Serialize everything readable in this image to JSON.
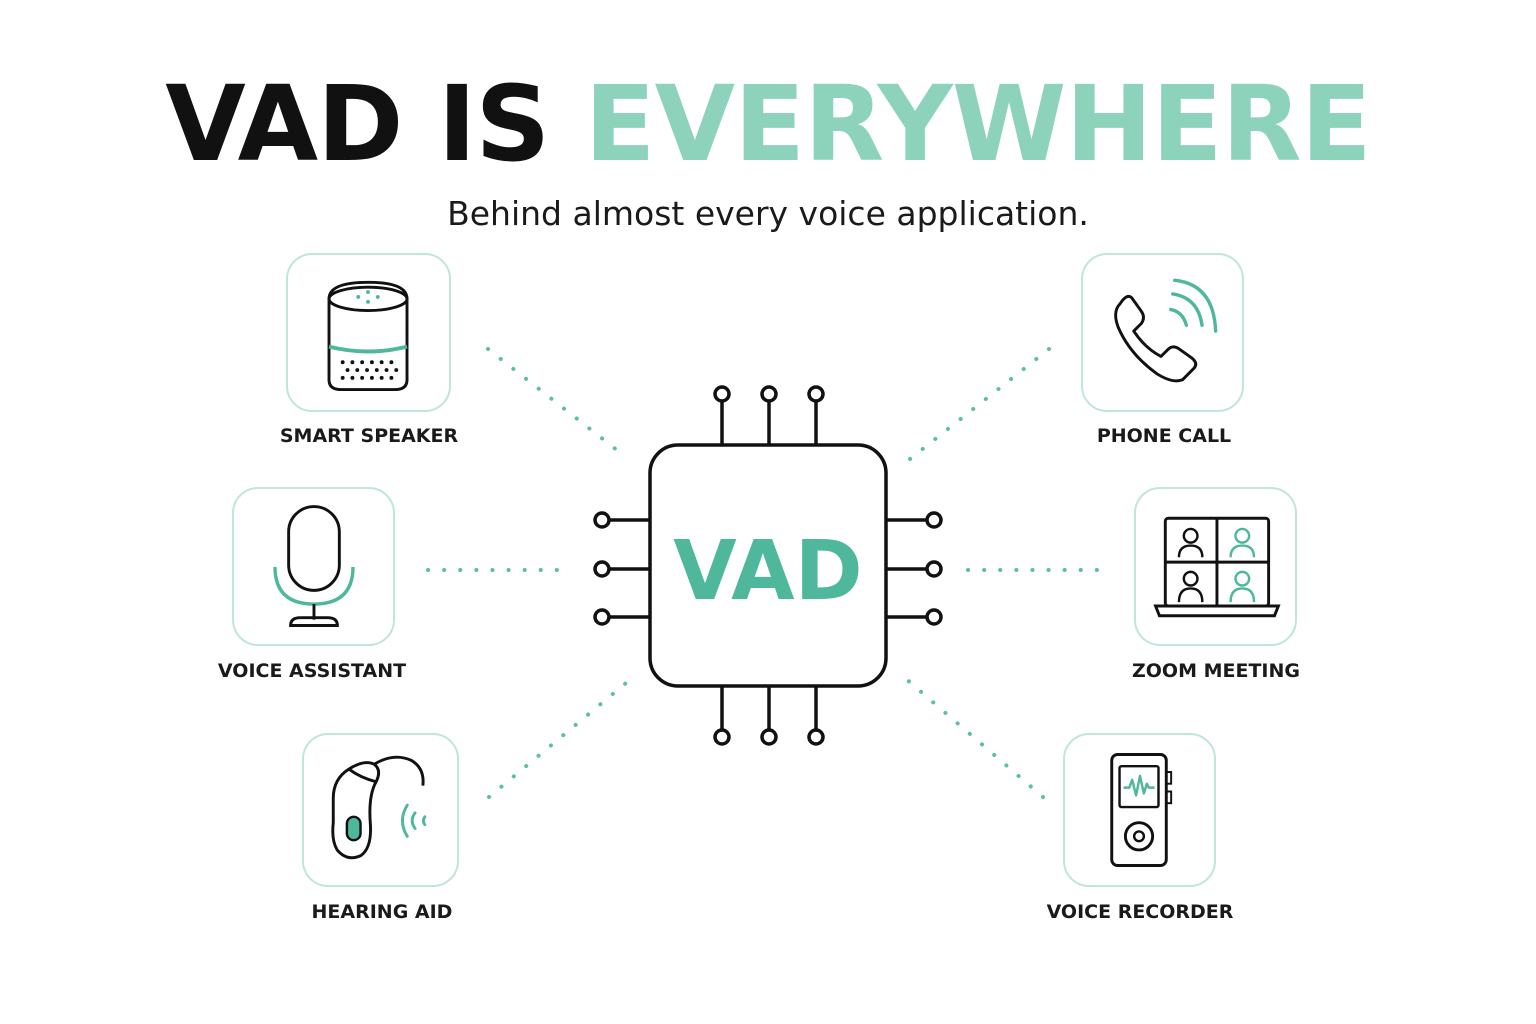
{
  "title": {
    "part1": "VAD IS",
    "part2": "EVERYWHERE"
  },
  "subtitle": "Behind almost every voice application.",
  "hub": {
    "label": "VAD"
  },
  "devices": {
    "smart_speaker": {
      "label": "SMART SPEAKER",
      "icon": "smart-speaker-icon"
    },
    "voice_assistant": {
      "label": "VOICE ASSISTANT",
      "icon": "microphone-icon"
    },
    "hearing_aid": {
      "label": "HEARING AID",
      "icon": "hearing-aid-icon"
    },
    "phone_call": {
      "label": "PHONE CALL",
      "icon": "phone-icon"
    },
    "zoom_meeting": {
      "label": "ZOOM MEETING",
      "icon": "video-meeting-icon"
    },
    "voice_recorder": {
      "label": "VOICE RECORDER",
      "icon": "voice-recorder-icon"
    }
  },
  "colors": {
    "accent": "#4fb79b",
    "accent_light": "#8dd3bc",
    "box_border": "#bfe6d9",
    "ink": "#111111"
  }
}
